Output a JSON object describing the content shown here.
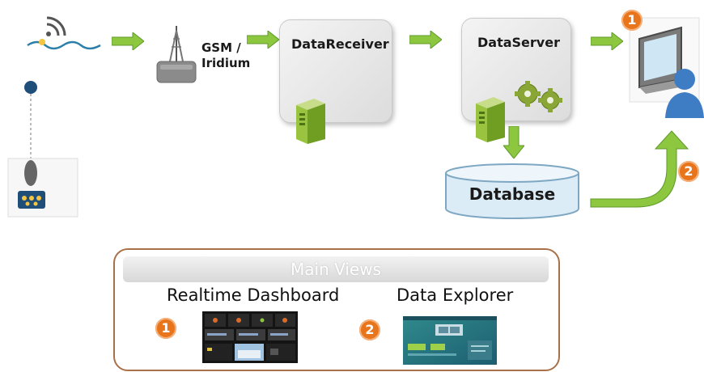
{
  "labels": {
    "link": "GSM / Iridium",
    "receiver": "DataReceiver",
    "server": "DataServer",
    "database": "Database"
  },
  "badges": {
    "one": "1",
    "two": "2"
  },
  "main_views": {
    "header": "Main Views",
    "realtime": "Realtime Dashboard",
    "explorer": "Data Explorer"
  },
  "colors": {
    "arrow": "#8dc63f",
    "badge": "#e8741c",
    "panel_border": "#a9714a",
    "database": "#dcecf6"
  }
}
